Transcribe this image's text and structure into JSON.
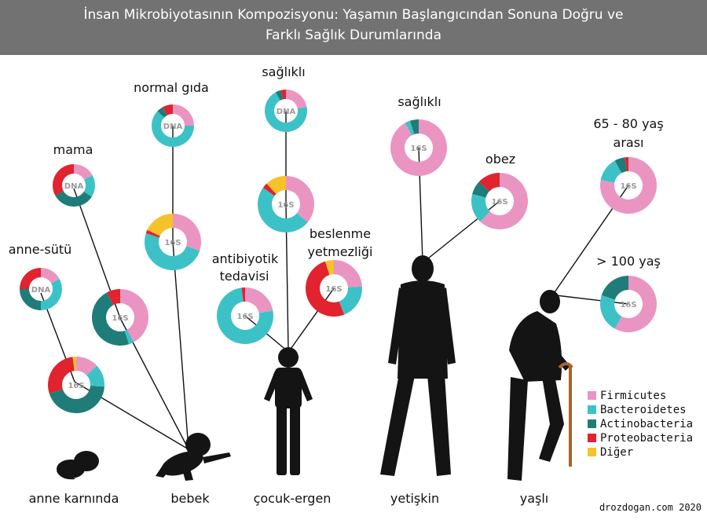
{
  "header": {
    "title_line1": "İnsan Mikrobiyotasının Kompozisyonu: Yaşamın Başlangıcından Sonuna Doğru ve",
    "title_line2": "Farklı Sağlık Durumlarında"
  },
  "colors": {
    "firmicutes": "#ea94c2",
    "bacteroidetes": "#3cc2c6",
    "actinobacteria": "#1f7c78",
    "proteobacteria": "#e0232e",
    "diger": "#f6c22a",
    "header_bg": "#727272"
  },
  "stages": {
    "womb": "anne karnında",
    "baby": "bebek",
    "child": "çocuk-ergen",
    "adult": "yetişkin",
    "elder": "yaşlı"
  },
  "labels": {
    "anne_sutu": "anne-sütü",
    "mama": "mama",
    "normal_gida": "normal gıda",
    "saglikli_child": "sağlıklı",
    "antibiyotik_1": "antibiyotik",
    "antibiyotik_2": "tedavisi",
    "beslenme_1": "beslenme",
    "beslenme_2": "yetmezliği",
    "saglikli_adult": "sağlıklı",
    "obez": "obez",
    "age_65_1": "65 - 80 yaş",
    "age_65_2": "arası",
    "age_100": "> 100 yaş"
  },
  "legend": [
    {
      "key": "firmicutes",
      "label": "Firmicutes"
    },
    {
      "key": "bacteroidetes",
      "label": "Bacteroidetes"
    },
    {
      "key": "actinobacteria",
      "label": "Actinobacteria"
    },
    {
      "key": "proteobacteria",
      "label": "Proteobacteria"
    },
    {
      "key": "diger",
      "label": "Diğer"
    }
  ],
  "credit": "drozdogan.com 2020",
  "donuts": [
    {
      "id": "anne-sutu-dna",
      "text": "DNA",
      "segments": {
        "firmicutes": 0.17,
        "bacteroidetes": 0.33,
        "actinobacteria": 0.25,
        "proteobacteria": 0.25
      }
    },
    {
      "id": "anne-karninda-16s",
      "text": "16S",
      "segments": {
        "firmicutes": 0.13,
        "bacteroidetes": 0.13,
        "actinobacteria": 0.44,
        "proteobacteria": 0.28,
        "diger": 0.02
      }
    },
    {
      "id": "mama-dna",
      "text": "DNA",
      "segments": {
        "firmicutes": 0.17,
        "bacteroidetes": 0.17,
        "actinobacteria": 0.33,
        "proteobacteria": 0.33
      }
    },
    {
      "id": "mama-16s",
      "text": "16S",
      "segments": {
        "firmicutes": 0.42,
        "bacteroidetes": 0.03,
        "actinobacteria": 0.47,
        "proteobacteria": 0.08
      }
    },
    {
      "id": "normal-gida-dna",
      "text": "DNA",
      "segments": {
        "firmicutes": 0.25,
        "bacteroidetes": 0.62,
        "actinobacteria": 0.05,
        "proteobacteria": 0.08
      }
    },
    {
      "id": "bebek-16s",
      "text": "16S",
      "segments": {
        "firmicutes": 0.3,
        "bacteroidetes": 0.5,
        "proteobacteria": 0.02,
        "diger": 0.18
      }
    },
    {
      "id": "saglikli-cocuk-dna",
      "text": "DNA",
      "segments": {
        "firmicutes": 0.22,
        "bacteroidetes": 0.7,
        "actinobacteria": 0.04,
        "proteobacteria": 0.04
      }
    },
    {
      "id": "saglikli-cocuk-16s",
      "text": "16S",
      "segments": {
        "firmicutes": 0.36,
        "bacteroidetes": 0.49,
        "proteobacteria": 0.03,
        "diger": 0.12
      }
    },
    {
      "id": "antibiyotik-16s",
      "text": "16S",
      "segments": {
        "firmicutes": 0.22,
        "bacteroidetes": 0.76,
        "proteobacteria": 0.02
      }
    },
    {
      "id": "beslenme-16s",
      "text": "16S",
      "segments": {
        "firmicutes": 0.24,
        "bacteroidetes": 0.2,
        "proteobacteria": 0.51,
        "diger": 0.05
      }
    },
    {
      "id": "saglikli-yetiskin-16s",
      "text": "16S",
      "segments": {
        "firmicutes": 0.92,
        "bacteroidetes": 0.03,
        "actinobacteria": 0.05
      }
    },
    {
      "id": "obez-16s",
      "text": "16S",
      "segments": {
        "firmicutes": 0.62,
        "bacteroidetes": 0.17,
        "actinobacteria": 0.08,
        "proteobacteria": 0.13
      }
    },
    {
      "id": "yas-65-80-16s",
      "text": "16S",
      "segments": {
        "firmicutes": 0.78,
        "bacteroidetes": 0.14,
        "actinobacteria": 0.06,
        "proteobacteria": 0.02
      }
    },
    {
      "id": "yas-100-16s",
      "text": "16S",
      "segments": {
        "firmicutes": 0.58,
        "bacteroidetes": 0.22,
        "actinobacteria": 0.2
      }
    }
  ]
}
